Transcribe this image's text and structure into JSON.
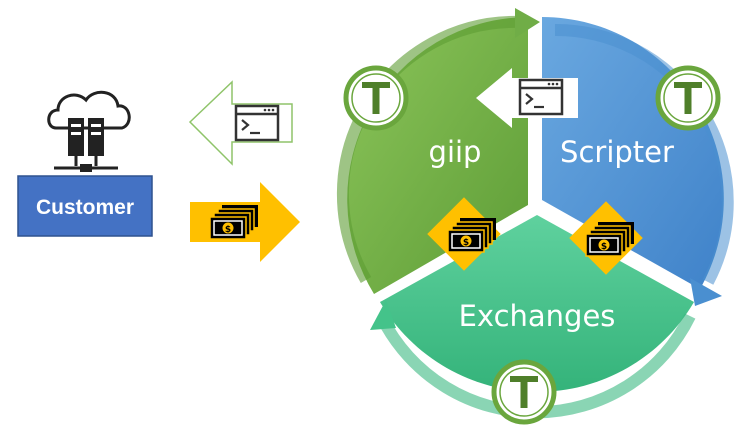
{
  "customer": {
    "label": "Customer",
    "icon": "cloud-server-icon"
  },
  "segments": {
    "giip": {
      "label": "giip",
      "color": "#70ad47"
    },
    "scripter": {
      "label": "Scripter",
      "color": "#5b9bd5"
    },
    "exchanges": {
      "label": "Exchanges",
      "color": "#44c38a"
    }
  },
  "token": {
    "letter": "T",
    "ring_color": "#6aa63d",
    "icon": "token-t-icon"
  },
  "flows": {
    "script_to_customer": {
      "icon": "terminal-icon",
      "arrow": "hollow-arrow-left"
    },
    "payment_from_customer": {
      "icon": "money-stack-icon",
      "arrow": "yellow-arrow-right"
    }
  },
  "colors": {
    "customer_box": "#4472c4",
    "money_arrow": "#ffc000",
    "outline_green": "#70ad47"
  }
}
